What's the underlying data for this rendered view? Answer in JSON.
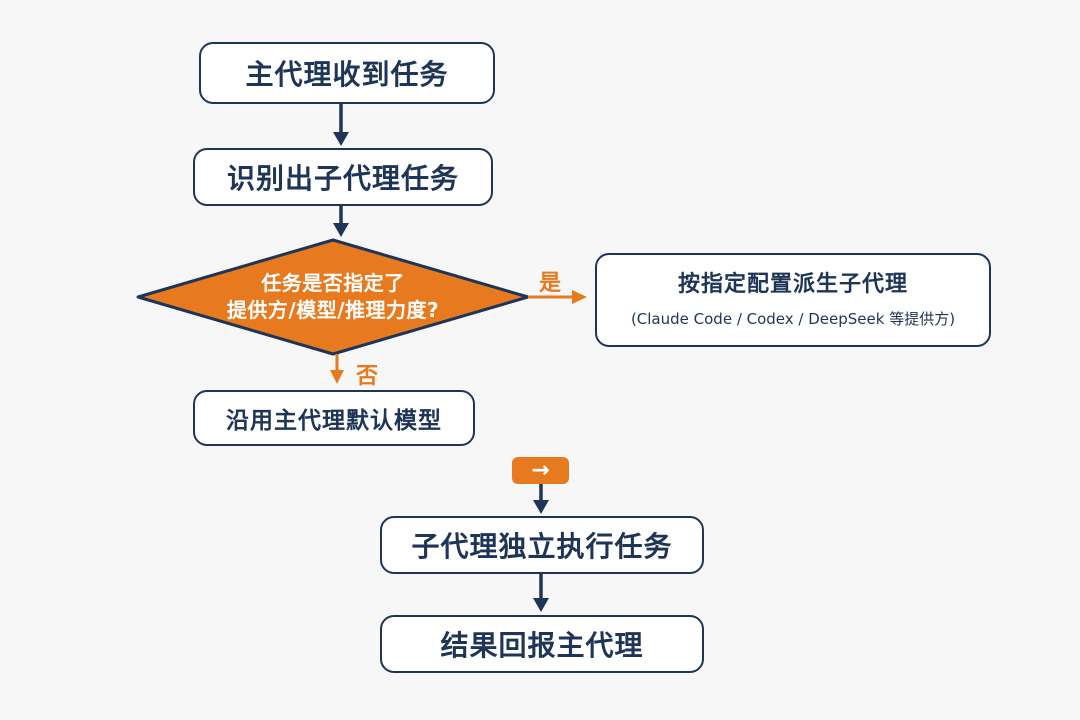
{
  "colors": {
    "primary": "#1f3558",
    "accent": "#e77a1e",
    "background": "#f7f7f7",
    "node_fill": "#ffffff"
  },
  "flowchart": {
    "step1": "主代理收到任务",
    "step2": "识别出子代理任务",
    "decision_line1": "任务是否指定了",
    "decision_line2": "提供方/模型/推理力度?",
    "yes_label": "是",
    "no_label": "否",
    "yes_node_title": "按指定配置派生子代理",
    "yes_node_detail": "(Claude Code / Codex / DeepSeek 等提供方)",
    "no_node": "沿用主代理默认模型",
    "merge_icon": "arrow-right-icon",
    "step_exec": "子代理独立执行任务",
    "step_return": "结果回报主代理"
  }
}
